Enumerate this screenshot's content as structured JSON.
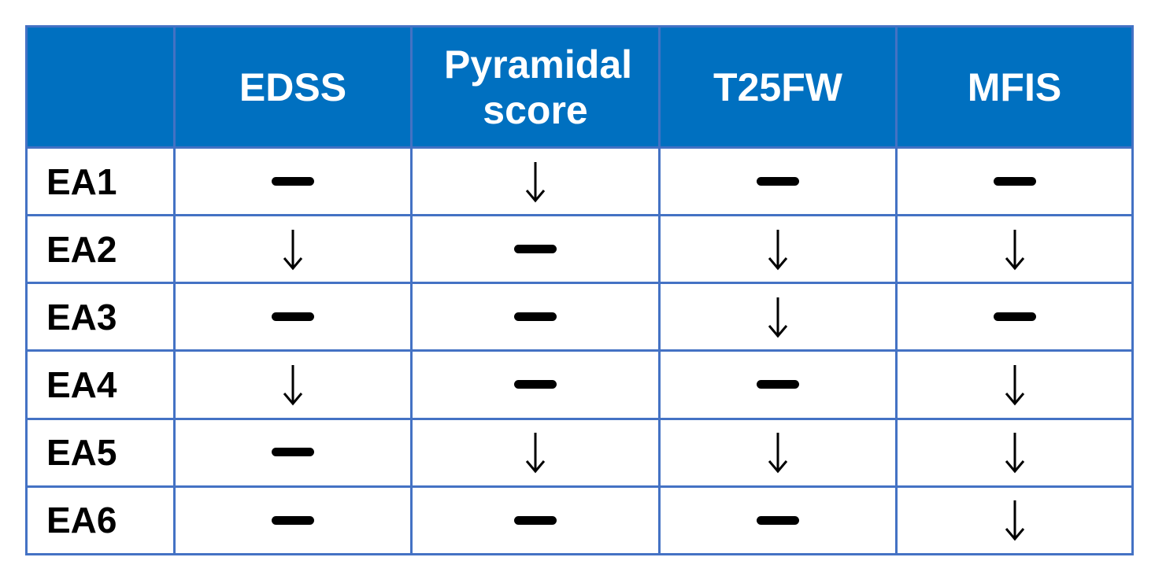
{
  "table": {
    "headers": [
      "",
      "EDSS",
      "Pyramidal score",
      "T25FW",
      "MFIS"
    ],
    "symbols": {
      "no_change": "dash-icon",
      "decrease": "arrow-down-icon"
    },
    "rows": [
      {
        "label": "EA1",
        "values": [
          "no_change",
          "decrease",
          "no_change",
          "no_change"
        ]
      },
      {
        "label": "EA2",
        "values": [
          "decrease",
          "no_change",
          "decrease",
          "decrease"
        ]
      },
      {
        "label": "EA3",
        "values": [
          "no_change",
          "no_change",
          "decrease",
          "no_change"
        ]
      },
      {
        "label": "EA4",
        "values": [
          "decrease",
          "no_change",
          "no_change",
          "decrease"
        ]
      },
      {
        "label": "EA5",
        "values": [
          "no_change",
          "decrease",
          "decrease",
          "decrease"
        ]
      },
      {
        "label": "EA6",
        "values": [
          "no_change",
          "no_change",
          "no_change",
          "decrease"
        ]
      }
    ],
    "colors": {
      "header_bg": "#0070c0",
      "header_text": "#ffffff",
      "border": "#4472c4",
      "cell_text": "#000000"
    }
  }
}
